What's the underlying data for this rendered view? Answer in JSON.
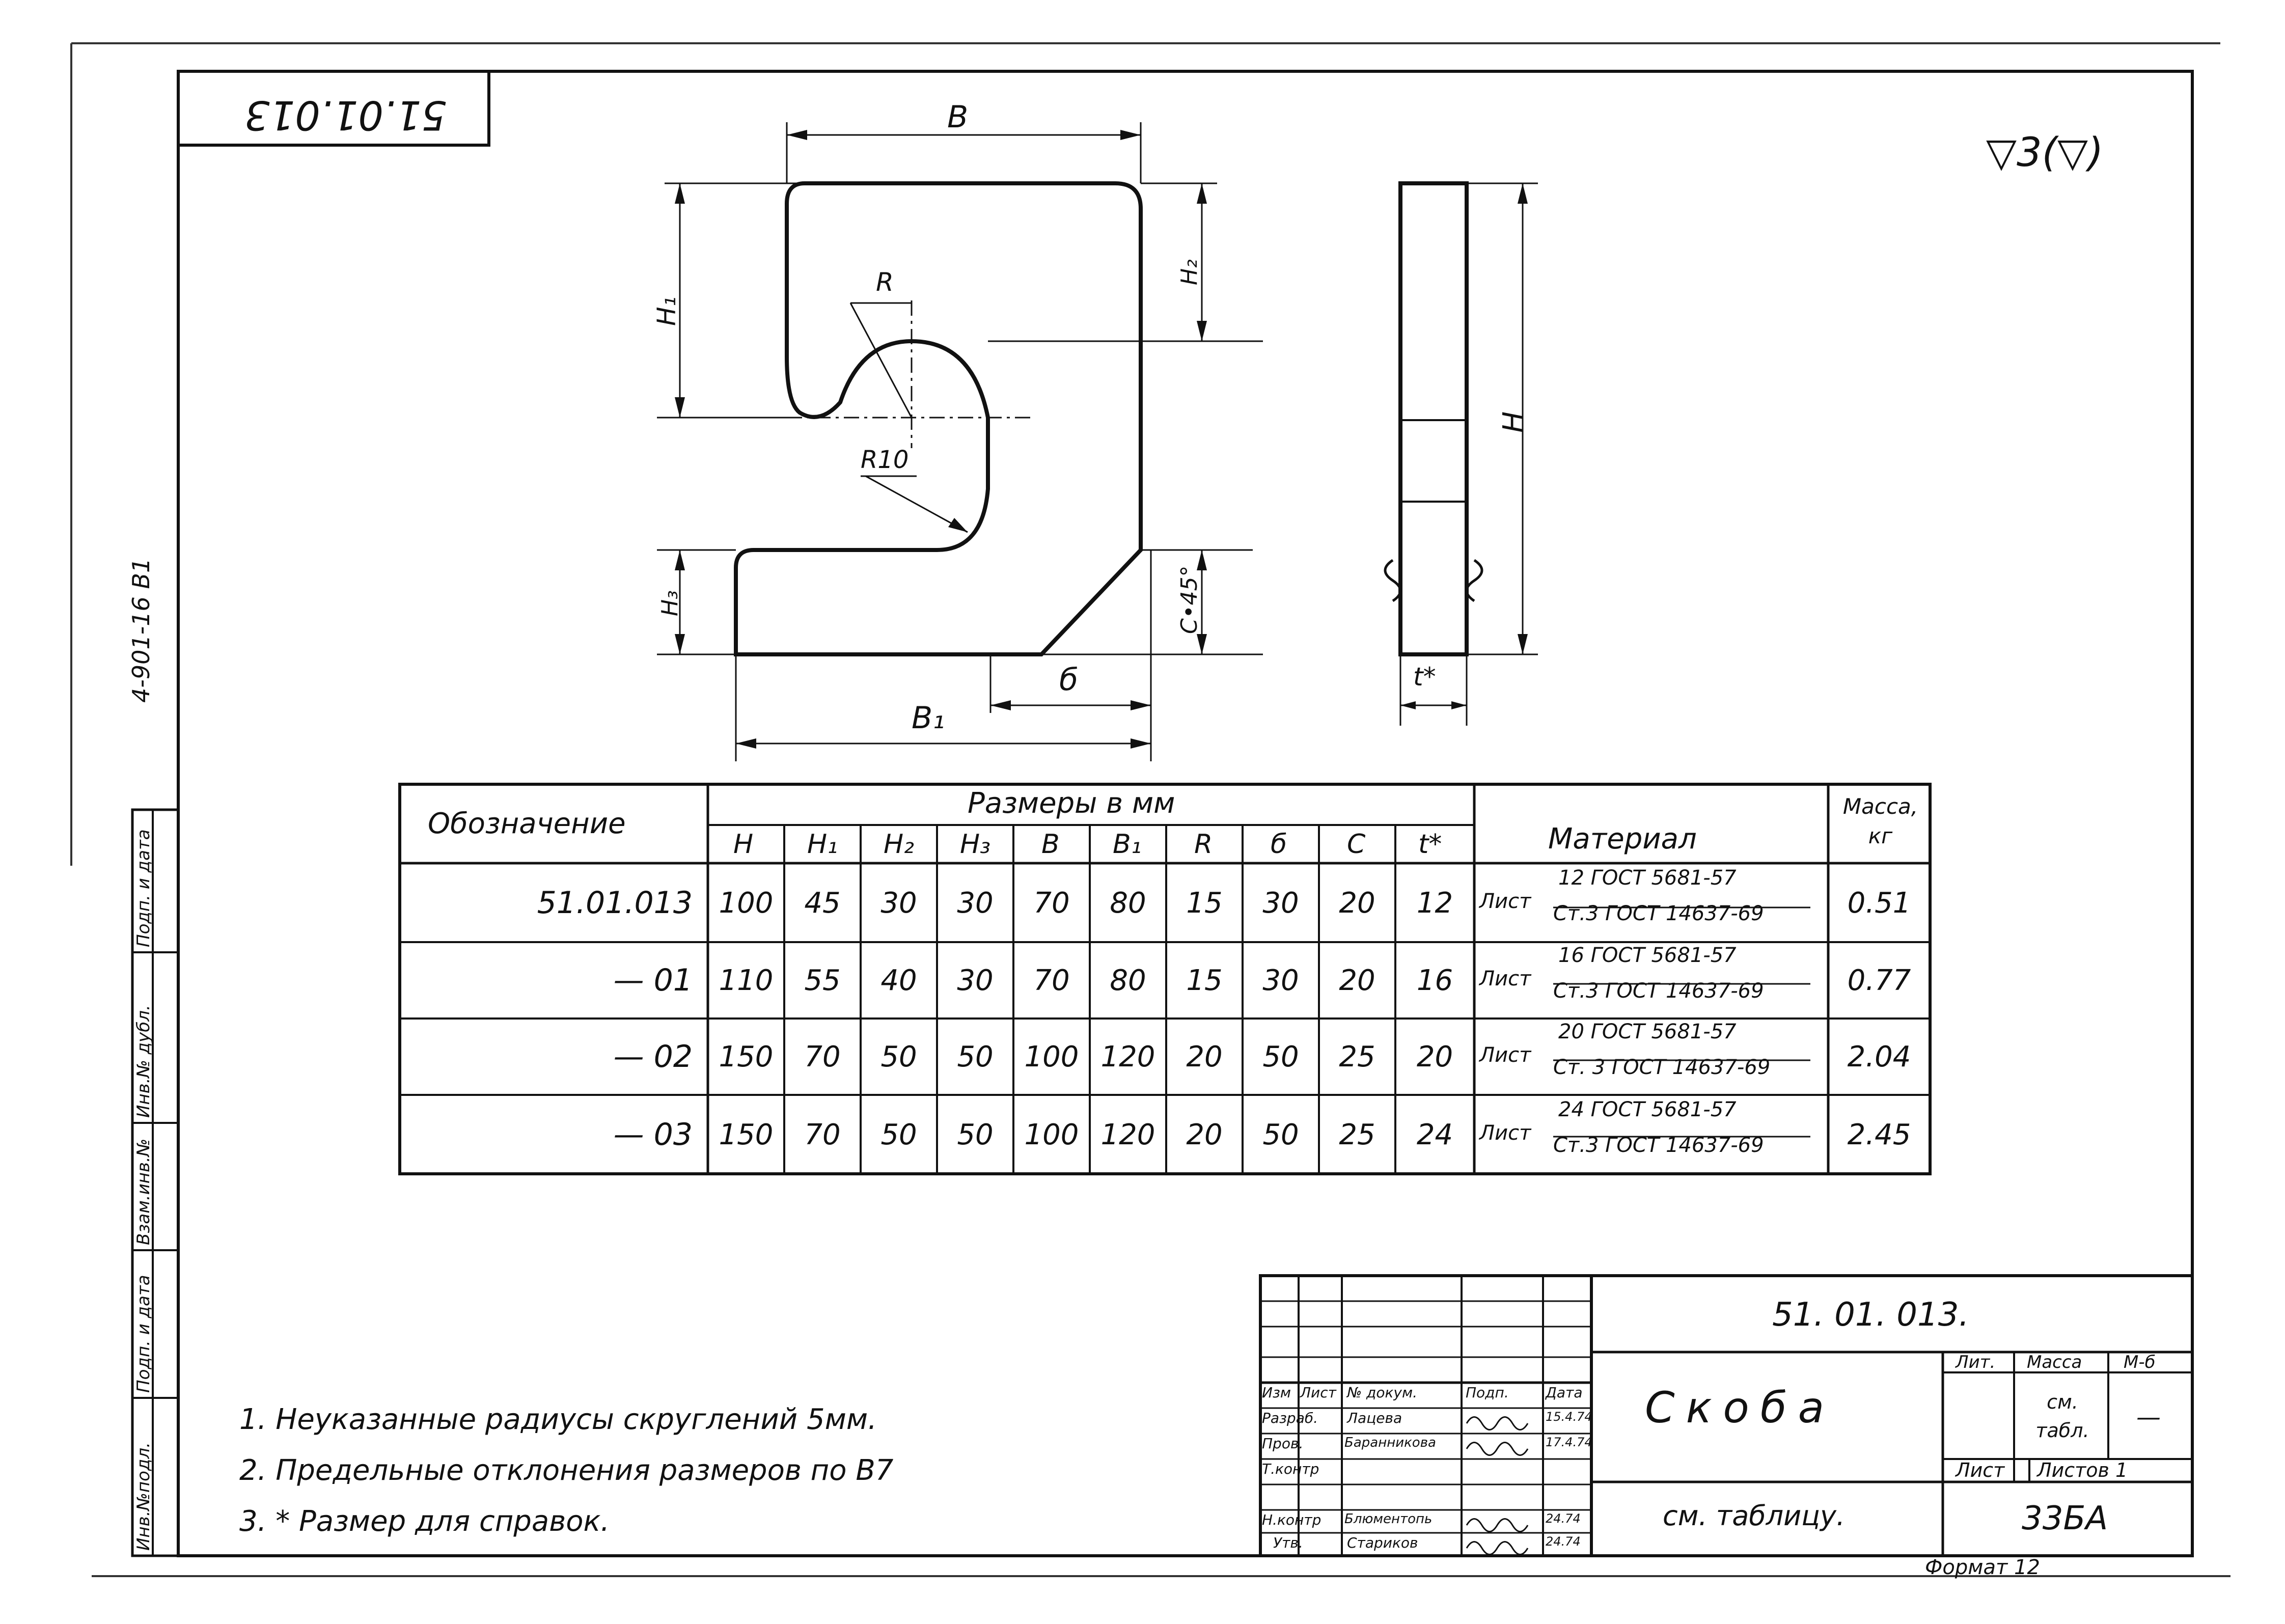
{
  "doc_number_rotated": "51.01.013",
  "series_number": "4-901-16 В1",
  "roughness_mark": "▽3(▽)",
  "drawing_labels": {
    "B": "В",
    "H1": "H₁",
    "H2": "H₂",
    "H3": "H₃",
    "R": "R",
    "R10": "R10",
    "H": "H",
    "C45": "C•45°",
    "b": "б",
    "B1": "В₁",
    "t": "t*"
  },
  "table": {
    "col_designation": "Обозначение",
    "dims_header": "Размеры в мм",
    "dim_cols": [
      "H",
      "H₁",
      "H₂",
      "H₃",
      "В",
      "В₁",
      "R",
      "б",
      "C",
      "t*"
    ],
    "col_material": "Материал",
    "col_mass": "Масса, кг",
    "rows": [
      {
        "designation": "51.01.013",
        "values": [
          "100",
          "45",
          "30",
          "30",
          "70",
          "80",
          "15",
          "30",
          "20",
          "12"
        ],
        "mat_prefix": "Лист",
        "mat_top": "12 ГОСТ 5681-57",
        "mat_bottom": "Ст.3 ГОСТ 14637-69",
        "mass": "0.51"
      },
      {
        "designation": "— 01",
        "values": [
          "110",
          "55",
          "40",
          "30",
          "70",
          "80",
          "15",
          "30",
          "20",
          "16"
        ],
        "mat_prefix": "Лист",
        "mat_top": "16 ГОСТ 5681-57",
        "mat_bottom": "Ст.3 ГОСТ 14637-69",
        "mass": "0.77"
      },
      {
        "designation": "— 02",
        "values": [
          "150",
          "70",
          "50",
          "50",
          "100",
          "120",
          "20",
          "50",
          "25",
          "20"
        ],
        "mat_prefix": "Лист",
        "mat_top": "20 ГОСТ 5681-57",
        "mat_bottom": "Ст. 3 ГОСТ 14637-69",
        "mass": "2.04"
      },
      {
        "designation": "— 03",
        "values": [
          "150",
          "70",
          "50",
          "50",
          "100",
          "120",
          "20",
          "50",
          "25",
          "24"
        ],
        "mat_prefix": "Лист",
        "mat_top": "24 ГОСТ 5681-57",
        "mat_bottom": "Ст.3 ГОСТ 14637-69",
        "mass": "2.45"
      }
    ]
  },
  "notes": [
    "1. Неуказанные радиусы скруглений 5мм.",
    "2. Предельные отклонения размеров по В7",
    "3. * Размер для справок."
  ],
  "title_block": {
    "doc_number": "51. 01. 013.",
    "name": "Скоба",
    "material_ref": "см. таблицу.",
    "header_izm": "Изм",
    "header_list": "Лист",
    "header_ndoc": "№ докум.",
    "header_podp": "Подп.",
    "header_data": "Дата",
    "row_razrab": "Разраб.",
    "razrab_name": "Лацева",
    "razrab_date": "15.4.74",
    "row_prov": "Пров.",
    "prov_name": "Баранникова",
    "prov_date": "17.4.74",
    "row_tkontr": "Т.контр",
    "row_nkontr": "Н.контр",
    "nkontr_name": "Блюментопь",
    "nkontr_date": "24.74",
    "row_utv": "Утв.",
    "utv_name": "Стариков",
    "utv_date": "24.74",
    "lit_label": "Лит.",
    "massa_label": "Масса",
    "masshtab_label": "М-б",
    "massa_value": "см. табл.",
    "masshtab_value": "—",
    "list_label": "Лист",
    "listov_label": "Листов 1",
    "sheet_code": "33БА",
    "format": "Формат 12"
  },
  "left_strip": [
    "Подп. и дата",
    "Инв.№ дубл.",
    "Взам.инв.№",
    "Подп. и дата",
    "Инв.№подл."
  ]
}
